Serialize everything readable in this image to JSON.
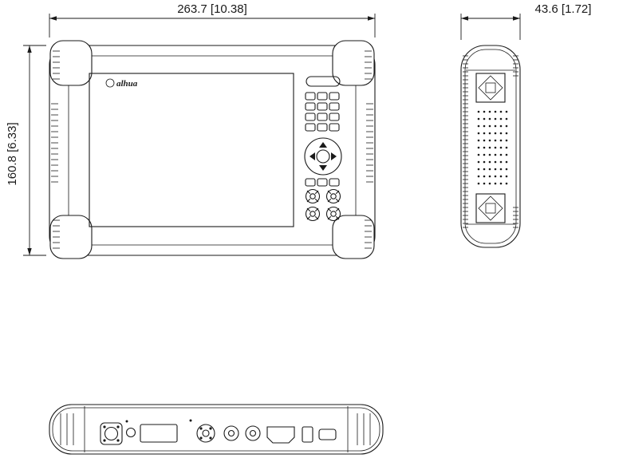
{
  "drawing": {
    "dimensions": {
      "front_width": "263.7 [10.38]",
      "front_height": "160.8 [6.33]",
      "side_depth": "43.6 [1.72]"
    },
    "logo_text": "alhua",
    "colors": {
      "line": "#1a1a1a",
      "background": "#ffffff"
    }
  }
}
